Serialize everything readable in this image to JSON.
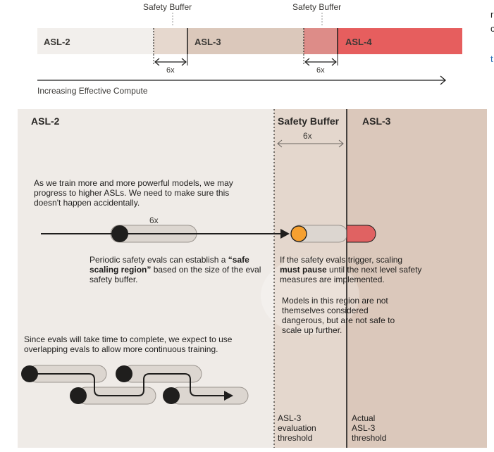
{
  "top": {
    "buffer_labels": [
      "Safety Buffer",
      "Safety Buffer"
    ],
    "levels": [
      "ASL-2",
      "ASL-3",
      "ASL-4"
    ],
    "multipliers": [
      "6x",
      "6x"
    ],
    "axis_label": "Increasing Effective Compute",
    "edge_text": [
      "r",
      "c",
      "t"
    ]
  },
  "bottom": {
    "asl2_title": "ASL-2",
    "buffer_title": "Safety Buffer",
    "buffer_multiplier": "6x",
    "asl3_title": "ASL-3",
    "intro_text": "As we train more and more powerful models, we may progress to higher ASLs. We need to make sure this doesn't happen accidentally.",
    "track_multiplier": "6x",
    "periodic_pre": "Periodic safety evals can establish a ",
    "periodic_bold": "“safe scaling region”",
    "periodic_post": " based on the size of the eval safety buffer.",
    "trigger_pre": "If the safety evals trigger, scaling ",
    "trigger_bold": "must pause",
    "trigger_post": " until the next level safety measures are implemented.",
    "region_text": "Models in this region are not themselves considered dangerous, but are not safe to scale up further.",
    "overlap_text": "Since evals will take time to complete, we expect to use overlapping evals to allow more continuous training.",
    "eval_threshold": "ASL-3 evaluation threshold",
    "actual_threshold": "Actual ASL-3 threshold"
  },
  "colors": {
    "asl2_bg": "#f2efec",
    "asl3_bg": "#dbc8bb",
    "buffer1_bg": "#e6d8ce",
    "buffer2_bg": "#dd8c88",
    "asl4_bg": "#e65e5e",
    "bottom_asl2": "#efebe7",
    "bottom_buffer": "#e4d7cd",
    "bottom_asl3": "#dbc8bb",
    "dot_orange": "#f5a030",
    "pill_red": "#e06262"
  }
}
